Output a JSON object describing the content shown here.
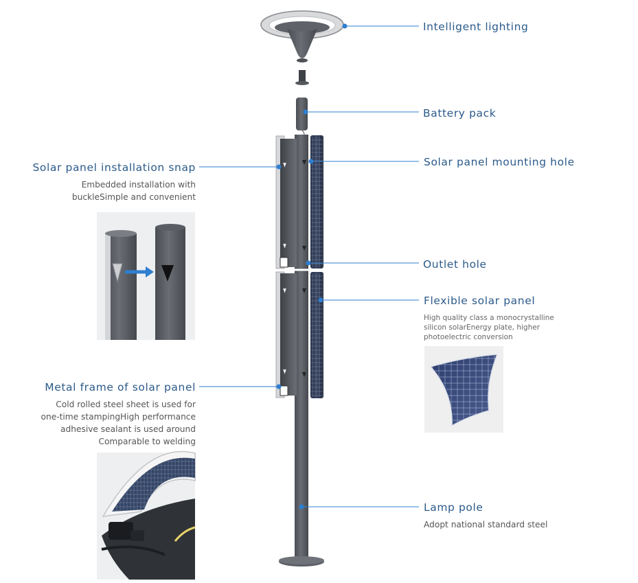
{
  "colors": {
    "accent": "#2e7fd0",
    "label": "#2b5a8a",
    "pole": "#585c62",
    "panel": "#2c3650"
  },
  "callouts": {
    "intelligent_lighting": {
      "title": "Intelligent lighting"
    },
    "battery_pack": {
      "title": "Battery pack"
    },
    "mounting_hole": {
      "title": "Solar panel mounting hole"
    },
    "outlet_hole": {
      "title": "Outlet hole"
    },
    "flexible_panel": {
      "title": "Flexible solar panel",
      "desc": [
        "High quality class a monocrystalline",
        "silicon solarEnergy plate, higher",
        "photoelectric conversion"
      ]
    },
    "lamp_pole": {
      "title": "Lamp pole",
      "desc": [
        "Adopt national standard steel"
      ]
    },
    "installation_snap": {
      "title": "Solar panel installation snap",
      "desc": [
        "Embedded installation with",
        "buckleSimple and convenient"
      ]
    },
    "metal_frame": {
      "title": "Metal frame of solar panel",
      "desc": [
        "Cold rolled steel sheet is used for",
        "one-time stampingHigh performance",
        "adhesive sealant is used around",
        "Comparable to welding"
      ]
    }
  }
}
